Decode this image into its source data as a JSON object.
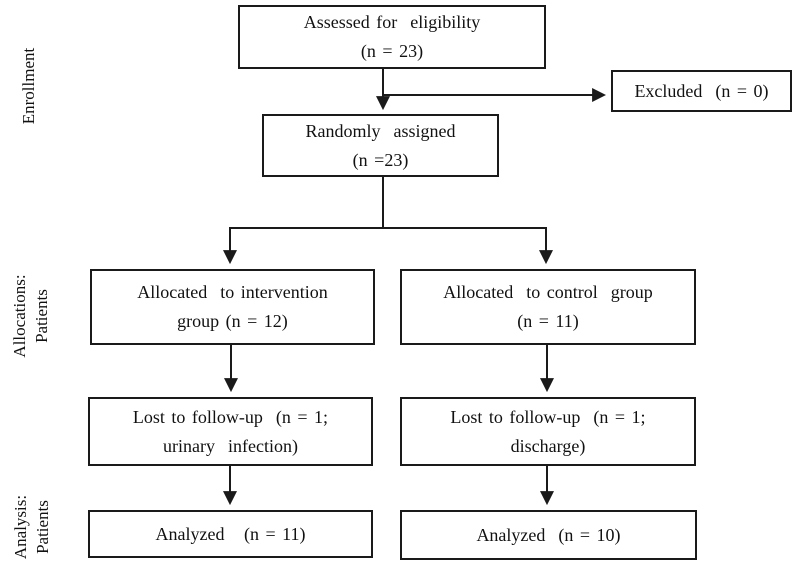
{
  "diagram": {
    "type": "consort-patient-flow",
    "colors": {
      "background": "#ffffff",
      "box_border": "#1a1a1a",
      "arrow": "#1a1a1a",
      "text": "#111111"
    },
    "stage_labels": {
      "enrollment": {
        "lines": [
          "Enrollment"
        ]
      },
      "allocations": {
        "lines": [
          "Allocations:",
          "Patients"
        ]
      },
      "analysis": {
        "lines": [
          "Analysis:",
          "Patients"
        ]
      }
    },
    "boxes": {
      "assessed": {
        "lines": [
          "Assessed for  eligibility",
          "(n = 23)"
        ]
      },
      "excluded": {
        "lines": [
          "Excluded  (n = 0)"
        ]
      },
      "randomized": {
        "lines": [
          "Randomly  assigned",
          "(n =23)"
        ]
      },
      "alloc_intervention": {
        "lines": [
          "Allocated  to intervention",
          "group (n = 12)"
        ]
      },
      "alloc_control": {
        "lines": [
          "Allocated  to control  group",
          "(n = 11)"
        ]
      },
      "lost_intervention": {
        "lines": [
          "Lost to follow-up  (n = 1;",
          "urinary  infection)"
        ]
      },
      "lost_control": {
        "lines": [
          "Lost to follow-up  (n = 1;",
          "discharge)"
        ]
      },
      "analyzed_intervention": {
        "lines": [
          "Analyzed   (n = 11)"
        ]
      },
      "analyzed_control": {
        "lines": [
          "Analyzed  (n = 10)"
        ]
      }
    }
  }
}
